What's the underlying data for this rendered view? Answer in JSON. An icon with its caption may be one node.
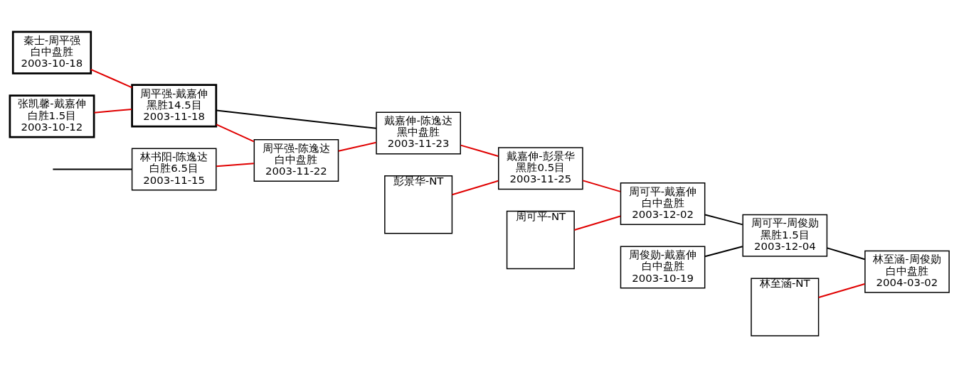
{
  "diagram": {
    "nodes": [
      {
        "text": [
          "秦士-周平强",
          "白中盘胜",
          "2003-10-18"
        ]
      },
      {
        "text": [
          "张凯馨-戴嘉伸",
          "白胜1.5目",
          "2003-10-12"
        ]
      },
      {
        "text": [
          "林书阳-陈逸达",
          "白胜6.5目",
          "2003-11-15"
        ]
      },
      {
        "text": [
          "周平强-戴嘉伸",
          "黑胜14.5目",
          "2003-11-18"
        ]
      },
      {
        "text": [
          "周平强-陈逸达",
          "白中盘胜",
          "2003-11-22"
        ]
      },
      {
        "text": [
          "戴嘉伸-陈逸达",
          "黑中盘胜",
          "2003-11-23"
        ]
      },
      {
        "text": [
          "彭景华-NT"
        ]
      },
      {
        "text": [
          "戴嘉伸-彭景华",
          "黑胜0.5目",
          "2003-11-25"
        ]
      },
      {
        "text": [
          "周可平-NT"
        ]
      },
      {
        "text": [
          "周可平-戴嘉伸",
          "白中盘胜",
          "2003-12-02"
        ]
      },
      {
        "text": [
          "周俊勋-戴嘉伸",
          "白中盘胜",
          "2003-10-19"
        ]
      },
      {
        "text": [
          "周可平-周俊勋",
          "黑胜1.5目",
          "2003-12-04"
        ]
      },
      {
        "text": [
          "林至涵-NT"
        ]
      },
      {
        "text": [
          "林至涵-周俊勋",
          "白中盘胜",
          "2004-03-02"
        ]
      }
    ],
    "edges": [
      {
        "from": 0,
        "to": 3,
        "arrow": "none"
      },
      {
        "from": 1,
        "to": 3,
        "arrow": "none"
      },
      {
        "from": 3,
        "to": 4,
        "arrow": "none"
      },
      {
        "from": 2,
        "to": 4,
        "arrow": "none"
      },
      {
        "from": 3,
        "to": 5,
        "arrow": "none",
        "color": "#000000"
      },
      {
        "from": 4,
        "to": 5,
        "arrow": "none"
      },
      {
        "from": 5,
        "to": 7,
        "arrow": "none"
      },
      {
        "from": 6,
        "to": 7,
        "arrow": "none"
      },
      {
        "from": 7,
        "to": 9,
        "arrow": "none"
      },
      {
        "from": 8,
        "to": 9,
        "arrow": "none"
      },
      {
        "from": 9,
        "to": 11,
        "arrow": "none",
        "color": "#000000"
      },
      {
        "from": 10,
        "to": 11,
        "arrow": "none",
        "color": "#000000"
      },
      {
        "from": 11,
        "to": 13,
        "arrow": "none",
        "color": "#000000"
      },
      {
        "from": 12,
        "to": 13,
        "arrow": "none"
      },
      {
        "from": null,
        "to": 2,
        "arrow": "none",
        "color": "#000000"
      }
    ]
  }
}
